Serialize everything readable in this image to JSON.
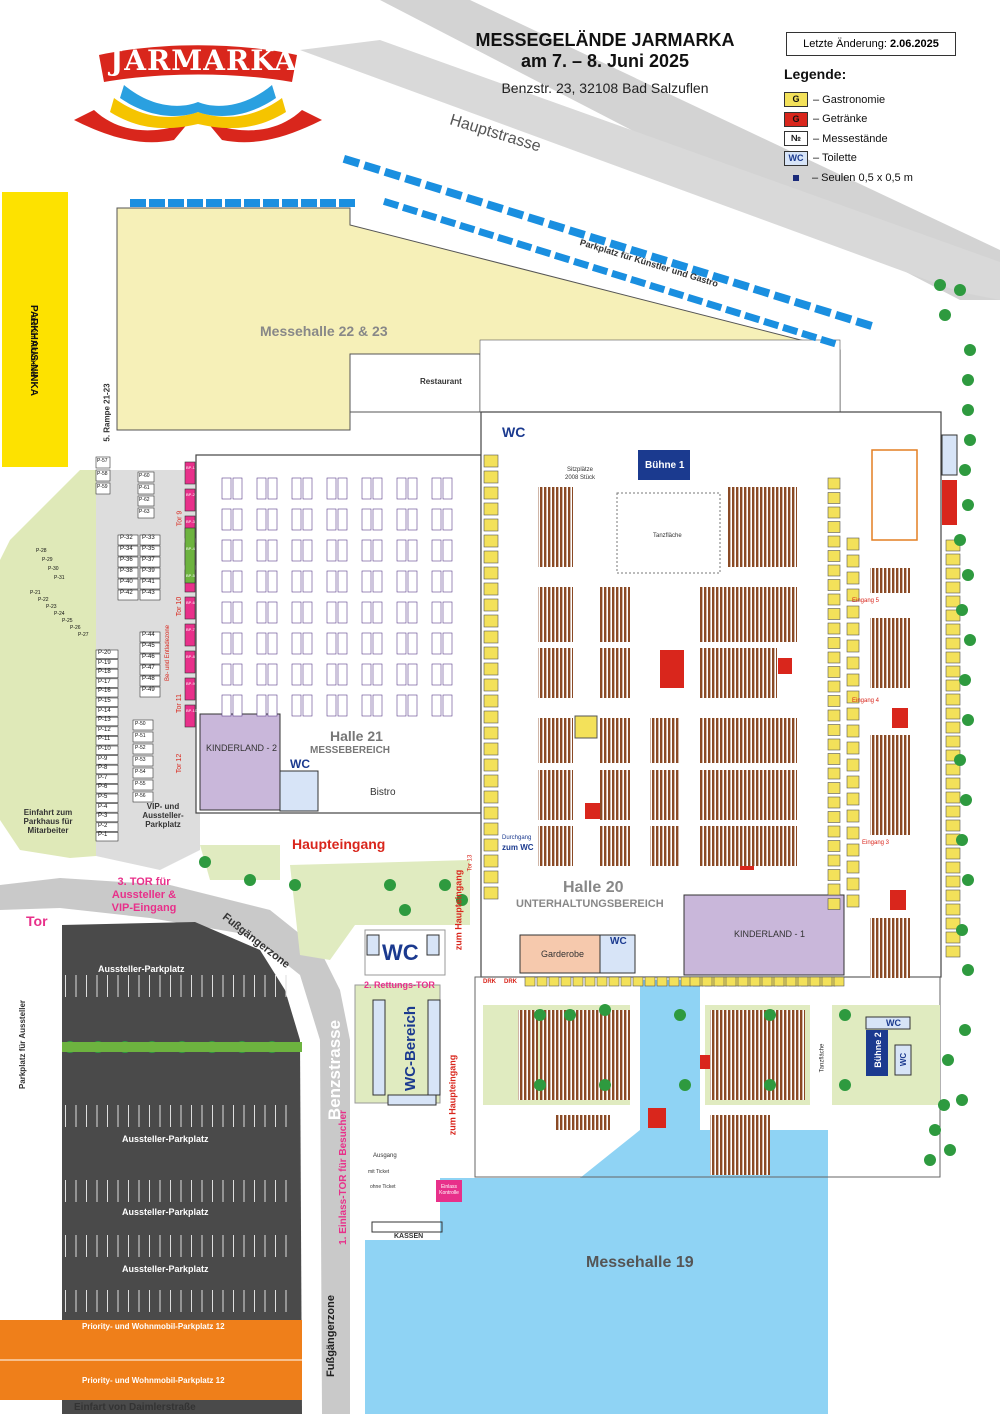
{
  "header": {
    "title_line1": "MESSEGELÄNDE JARMARKA",
    "title_line2": "am 7. – 8. Juni 2025",
    "address": "Benzstr. 23, 32108 Bad Salzuflen",
    "last_change_label": "Letzte Änderung:",
    "last_change_date": "2.06.2025",
    "logo_text": "JARMARKA"
  },
  "legend": {
    "title": "Legende:",
    "items": [
      {
        "symbol": "G",
        "label": "– Gastronomie",
        "color": "#f3e15a"
      },
      {
        "symbol": "G",
        "label": "– Getränke",
        "color": "#d9261c"
      },
      {
        "symbol": "№",
        "label": "– Messestände",
        "color": "#ffffff"
      },
      {
        "symbol": "WC",
        "label": "– Toilette",
        "color": "#d7e4f7"
      },
      {
        "symbol": "",
        "label": "– Seulen 0,5 x 0,5 m",
        "color": "#1a2a7a"
      }
    ]
  },
  "streets": {
    "hauptstrasse": "Hauptstrasse",
    "benzstrasse": "Benzstrasse",
    "fussgaengerzone_curve": "Fußgängerzone",
    "fussgaengerzone_bottom": "Fußgängerzone"
  },
  "areas": {
    "halle_22_23": "Messehalle 22 & 23",
    "restaurant": "Restaurant",
    "halle_21": "Halle 21",
    "halle_21_sub": "MESSEBEREICH",
    "halle_20": "Halle 20",
    "halle_20_sub": "UNTERHALTUNGSBEREICH",
    "halle_19": "Messehalle 19",
    "kinderland_1": "KINDERLAND - 1",
    "kinderland_2": "KINDERLAND - 2",
    "buehne_1": "Bühne 1",
    "buehne_2": "Bühne 2",
    "sitzplaetze": "Sitzplätze",
    "sitzplaetze_count": "2008 Stück",
    "tanzflaeche": "Tanzfläche",
    "tanzflaeche_2": "Tanzfläche",
    "bistro": "Bistro",
    "garderobe": "Garderobe",
    "kassen": "KASSEN",
    "einlass_kontrolle": "Einlass Kontrolle",
    "parkhaus": "PARKHAUS-NINKA",
    "parkhaus_sub": "nur für Mitarbeiter",
    "parkplatz_kuenstler": "Parkplatz für Künstler und Gastro",
    "vip_parkplatz": "VIP- und Aussteller-Parkplatz",
    "aussteller_parkplatz": "Aussteller-Parkplatz",
    "priority_parkplatz": "Priority- und Wohnmobil-Parkplatz 12",
    "parkplatz_aussteller_vertical": "Parkplatz für Aussteller",
    "wc_bereich": "WC-Bereich",
    "be_entladezone": "Be- und Entladezone",
    "rampe": "5. Rampe 21-23",
    "durchgang_wc_1": "Durchgang",
    "durchgang_wc_2": "zum WC"
  },
  "gates": {
    "haupteingang": "Haupteingang",
    "zum_haupteingang": "zum Haupteingang",
    "tor3": "3. TOR für Aussteller & VIP-Eingang",
    "tor": "Tor",
    "rettungs_tor": "2. Rettungs-TOR",
    "einlass_tor": "1. Einlass-TOR für Besucher",
    "einfahrt_parkhaus": "Einfahrt zum Parkhaus für Mitarbeiter",
    "einfart_daimler": "Einfart von Daimlerstraße",
    "ausgang": "Ausgang",
    "mit_ticket": "mit Ticket",
    "ohne_ticket": "ohne Ticket",
    "eingang_3": "Eingang 3",
    "eingang_4": "Eingang 4",
    "eingang_5": "Eingang 5",
    "tor_9": "Tor 9",
    "tor_10": "Tor 10",
    "tor_11": "Tor 11",
    "tor_12": "Tor 12",
    "tor_13": "Tor 13",
    "wc": "WC",
    "drk": "DRK"
  },
  "stall_labels": {
    "p_left": [
      "P-20",
      "P-19",
      "P-18",
      "P-17",
      "P-16",
      "P-15",
      "P-14",
      "P-13",
      "P-12",
      "P-11",
      "P-10",
      "P-9",
      "P-8",
      "P-7",
      "P-6",
      "P-5",
      "P-4",
      "P-3",
      "P-2",
      "P-1"
    ],
    "p_mid_left": [
      "P-32",
      "P-34",
      "P-36",
      "P-38",
      "P-40",
      "P-42"
    ],
    "p_mid_right": [
      "P-33",
      "P-35",
      "P-37",
      "P-39",
      "P-41",
      "P-43"
    ],
    "p_lower": [
      "P-44",
      "P-45",
      "P-46",
      "P-47",
      "P-48",
      "P-49"
    ],
    "p_top": [
      "P-57",
      "P-58",
      "P-59"
    ],
    "p_top2": [
      "P-60",
      "P-61",
      "P-62",
      "P-63"
    ],
    "p_diag1": [
      "P-28",
      "P-29",
      "P-30",
      "P-31"
    ],
    "p_diag2": [
      "P-21",
      "P-22",
      "P-23",
      "P-24",
      "P-25",
      "P-26",
      "P-27"
    ],
    "p_small": [
      "P-50",
      "P-51",
      "P-52",
      "P-53",
      "P-54",
      "P-55",
      "P-56"
    ],
    "bp": [
      "BP-1",
      "BP-2",
      "BP-3",
      "BP-4",
      "BP-5",
      "BP-6",
      "BP-7",
      "BP-8",
      "BP-9",
      "BP-10"
    ]
  }
}
